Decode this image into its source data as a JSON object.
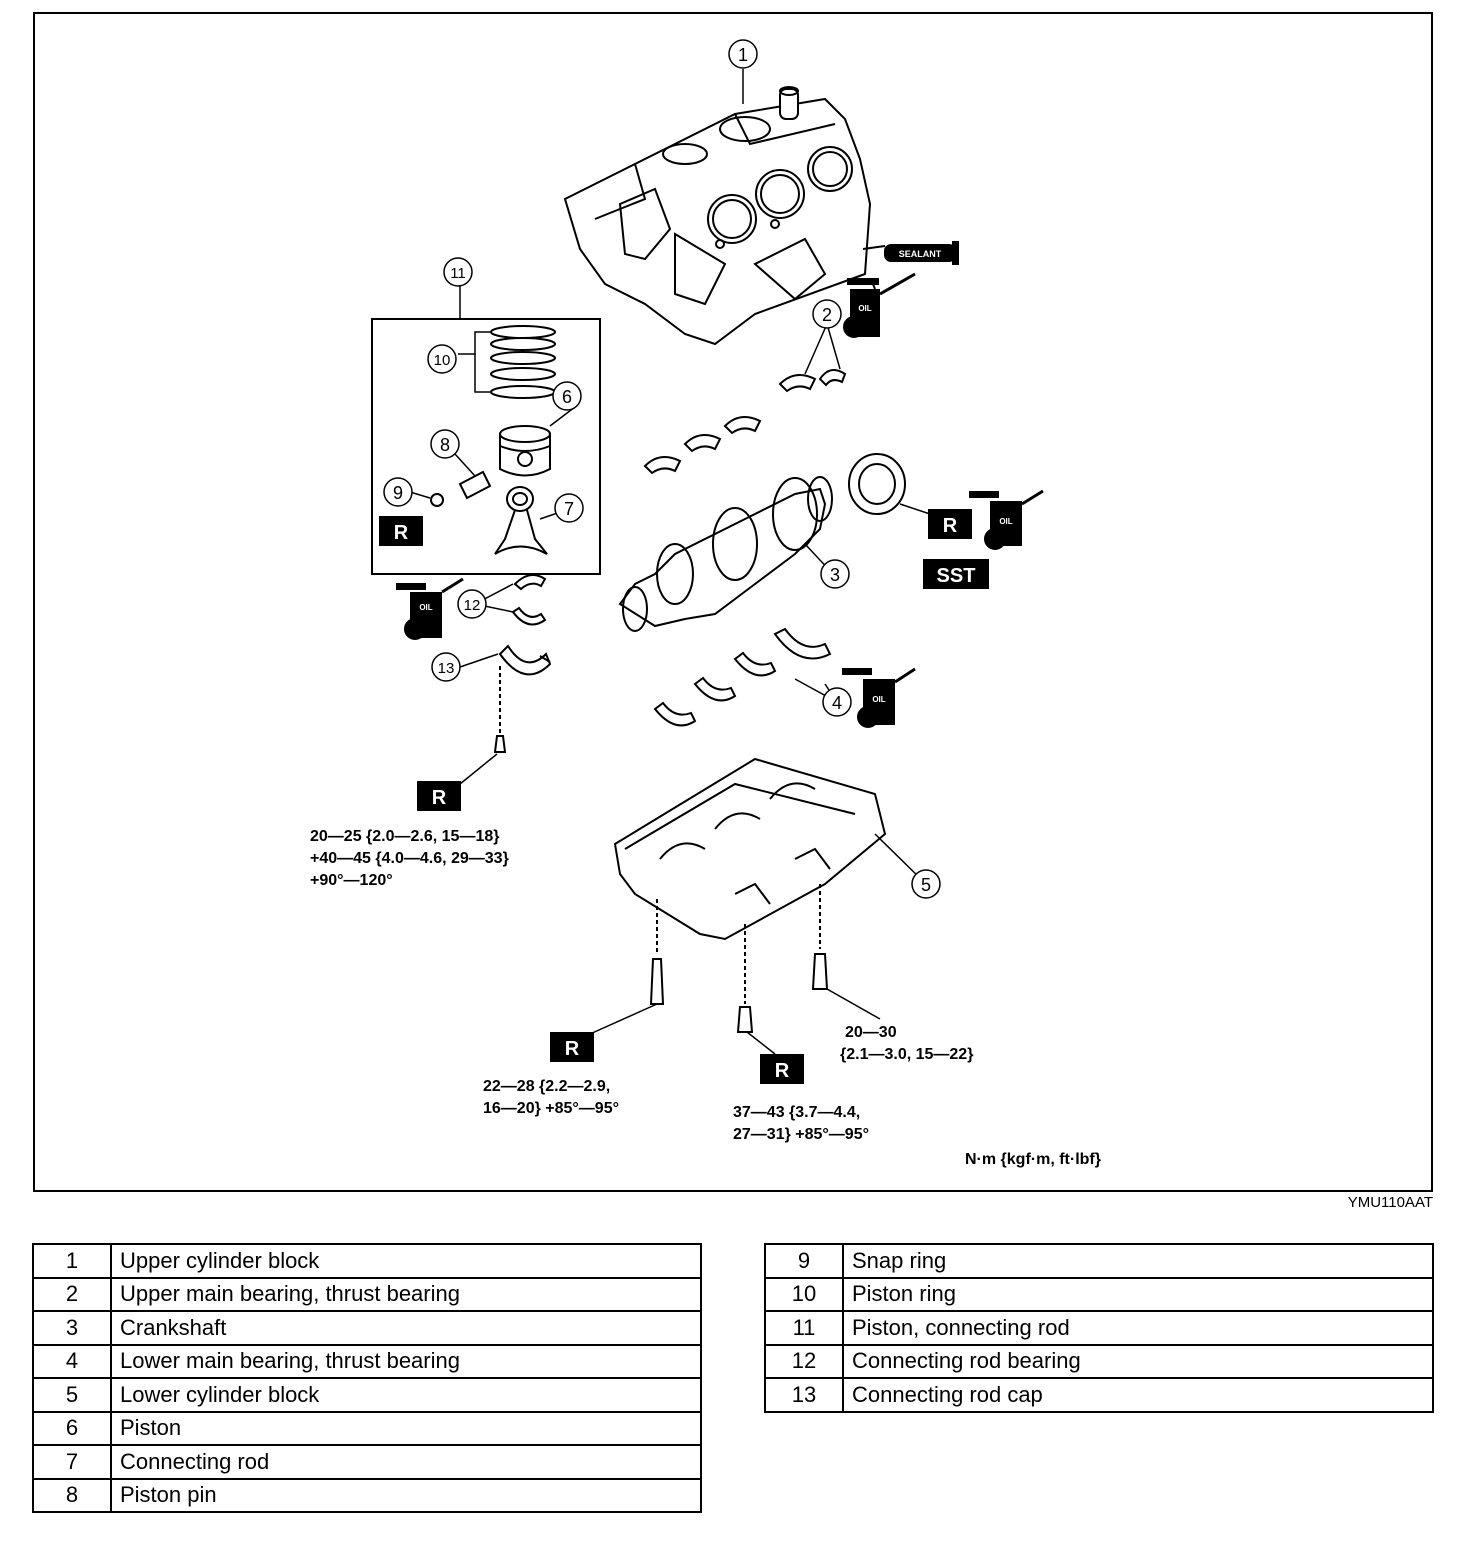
{
  "figure": {
    "code": "YMU110AAT",
    "units": "N·m {kgf·m, ft·lbf}",
    "icons": [
      "sealant-tube-icon",
      "oil-can-icon",
      "replace-badge-icon",
      "sst-badge-icon"
    ]
  },
  "badges": {
    "replace": "R",
    "sst": "SST",
    "oil": "OIL",
    "sealant": "SEALANT"
  },
  "callouts": [
    "1",
    "2",
    "3",
    "4",
    "5",
    "6",
    "7",
    "8",
    "9",
    "10",
    "11",
    "12",
    "13"
  ],
  "torque": {
    "rod_cap_bolt": [
      "20—25 {2.0—2.6, 15—18}",
      "+40—45 {4.0—4.6, 29—33}",
      "+90°—120°"
    ],
    "lower_block_bolt_a": [
      "22—28 {2.2—2.9,",
      "16—20} +85°—95°"
    ],
    "lower_block_bolt_b": [
      "37—43 {3.7—4.4,",
      "27—31} +85°—95°"
    ],
    "lower_block_bolt_c": [
      "20—30",
      "{2.1—3.0, 15—22}"
    ]
  },
  "legend_left": [
    {
      "num": "1",
      "name": "Upper cylinder block"
    },
    {
      "num": "2",
      "name": "Upper main bearing, thrust bearing"
    },
    {
      "num": "3",
      "name": "Crankshaft"
    },
    {
      "num": "4",
      "name": "Lower main bearing, thrust bearing"
    },
    {
      "num": "5",
      "name": "Lower cylinder block"
    },
    {
      "num": "6",
      "name": "Piston"
    },
    {
      "num": "7",
      "name": "Connecting rod"
    },
    {
      "num": "8",
      "name": "Piston pin"
    }
  ],
  "legend_right": [
    {
      "num": "9",
      "name": "Snap ring"
    },
    {
      "num": "10",
      "name": "Piston ring"
    },
    {
      "num": "11",
      "name": "Piston, connecting rod"
    },
    {
      "num": "12",
      "name": "Connecting rod bearing"
    },
    {
      "num": "13",
      "name": "Connecting rod cap"
    }
  ]
}
